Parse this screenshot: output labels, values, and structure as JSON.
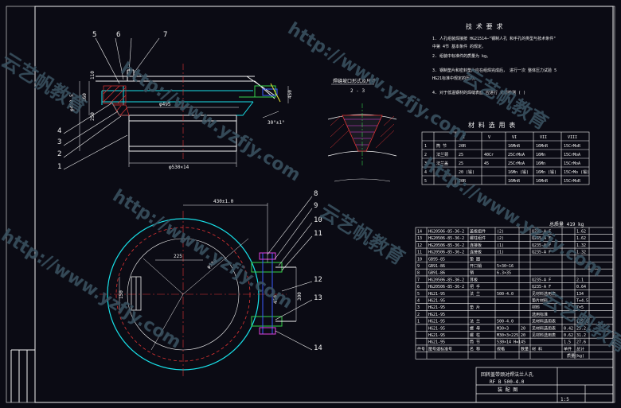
{
  "colors": {
    "background": "#0b0b14",
    "line": "#f2f2f2",
    "cyan": "#18e0e8",
    "red": "#e23434",
    "green": "#34d34a",
    "blue": "#3b5bff",
    "yellow": "#e6e63a",
    "magenta": "#e040e0",
    "watermark": "#3d5564"
  },
  "section_view": {
    "balloons": [
      "5",
      "6",
      "7",
      "4",
      "3",
      "2",
      "1"
    ],
    "dimensions": [
      "φ495",
      "φ530×14",
      "φ450.5",
      "360",
      "30°±1°",
      "450",
      "110",
      "250"
    ]
  },
  "plan_view": {
    "balloons": [
      "8",
      "9",
      "10",
      "11",
      "12",
      "13",
      "14"
    ],
    "dimensions": [
      "430±1.0",
      "φ550",
      "225",
      "450",
      "300",
      "150"
    ]
  },
  "weld_detail": {
    "title": "焊缝坡口形式及尺寸",
    "label": "2 - 3"
  },
  "tech_requirements": {
    "title": "技 术 要 求",
    "lines": [
      "1. 人孔组装焊接按    HG21514—\"钢制人孔    和手孔的类型与技术条件\"",
      "   中第   4节   基本条件     的规定。",
      "2. 组装中标准件的质量为              kg。",
      "",
      "3. 钢制垫片和密封垫片应在组焊完成后，    进行一次       整体压力试验       5",
      "   HG21标准中规定的压力。",
      "",
      "4. 对于低温钢材的焊缝表面    应进行      无损检测      (    )"
    ]
  },
  "materials_table": {
    "title": "材 料 选 用 表",
    "headers": [
      "",
      "",
      "I",
      "V",
      "VI",
      "VII",
      "VIII"
    ],
    "rows": [
      [
        "1",
        "筒   节",
        "20R",
        "",
        "16MnR",
        "16MnR",
        "15CrMoR"
      ],
      [
        "2",
        "法兰颈",
        "25",
        "40Cr",
        "25CrMoA",
        "16Mn",
        "15CrMoA"
      ],
      [
        "3",
        "法兰盖",
        "25",
        "45",
        "25CrMoA",
        "16Mn",
        "15CrMoA"
      ],
      [
        "4",
        "",
        "20 (锻)",
        "",
        "16Mn (锻)",
        "16Mn (锻)",
        "15CrMo (锻)"
      ],
      [
        "5",
        "",
        "20R",
        "",
        "16MnR",
        "16MnR",
        "15CrMoR"
      ]
    ]
  },
  "total_weight": "总质量   419  kg",
  "parts_list": {
    "rows": [
      [
        "14",
        "HG20506-85-36-2",
        "盖板组件",
        "(2)",
        "",
        "Q235-A F",
        "",
        "1.62"
      ],
      [
        "13",
        "HG20506-85-36-2",
        "螺柱组件",
        "(2)",
        "",
        "Q235-A F",
        "",
        "1.62"
      ],
      [
        "12",
        "HG20506-85-36-2",
        "连接板",
        "(1)",
        "",
        "Q235-A F",
        "",
        "1.32"
      ],
      [
        "11",
        "HG20506-85-36-2",
        "连接板",
        "(1)",
        "",
        "Q235-A F",
        "",
        "1.32"
      ],
      [
        "10",
        "GB95-85",
        "垫  圈",
        "",
        "",
        "",
        "",
        ""
      ],
      [
        "9",
        "GB91-86",
        "开口销",
        "5×30~16",
        "",
        "",
        "",
        ""
      ],
      [
        "8",
        "GB91-86",
        "销",
        "6.3×35",
        "",
        "",
        "",
        ""
      ],
      [
        "7",
        "HG20506-85-36-2",
        "耳板",
        "",
        "",
        "Q235-A F",
        "",
        "2.1"
      ],
      [
        "6",
        "HG20506-85-36-2",
        "把  手",
        "",
        "",
        "Q235-A F",
        "",
        "0.64"
      ],
      [
        "5",
        "HG21-95",
        "法  兰",
        "500-4.0",
        "",
        "见材料选用表",
        "",
        "134"
      ],
      [
        "4",
        "HG21-95",
        "",
        "",
        "",
        "垫片材料",
        "",
        "T=4.5"
      ],
      [
        "3",
        "HG21-95",
        "垫  片",
        "",
        "",
        "材料",
        "",
        "T=5"
      ],
      [
        "2",
        "HG21-95",
        "",
        "",
        "",
        "选用标准",
        "",
        ""
      ],
      [
        "1",
        "HG21-95",
        "法  兰",
        "500-4.0",
        "",
        "见材料选用表",
        "",
        "125.6"
      ],
      [
        "",
        "HG21-95",
        "螺  母",
        "M30×3",
        "20",
        "见材料选用表",
        "0.42",
        "25.2"
      ],
      [
        "",
        "HG21-95",
        "螺  柱",
        "M30×3×225",
        "20",
        "见材料选用表",
        "0.62",
        "31.2"
      ],
      [
        "",
        "HG21-95",
        "筒  节",
        "530×14 H=145",
        "",
        "",
        "1.5",
        "27.6"
      ]
    ],
    "headers": [
      "件号",
      "图号或标准号",
      "名  称",
      "规格",
      "数量",
      "材   料",
      "单件",
      "总计"
    ],
    "unit": "质量(kg)"
  },
  "title_block": {
    "line1": "回转盖带颈对焊法兰人孔",
    "line2": "RF  B  500-4.0",
    "line3": "装  配  图",
    "scale": "1:5"
  },
  "watermarks": [
    "http://www.yzfjy.com",
    "云艺帆教育"
  ]
}
